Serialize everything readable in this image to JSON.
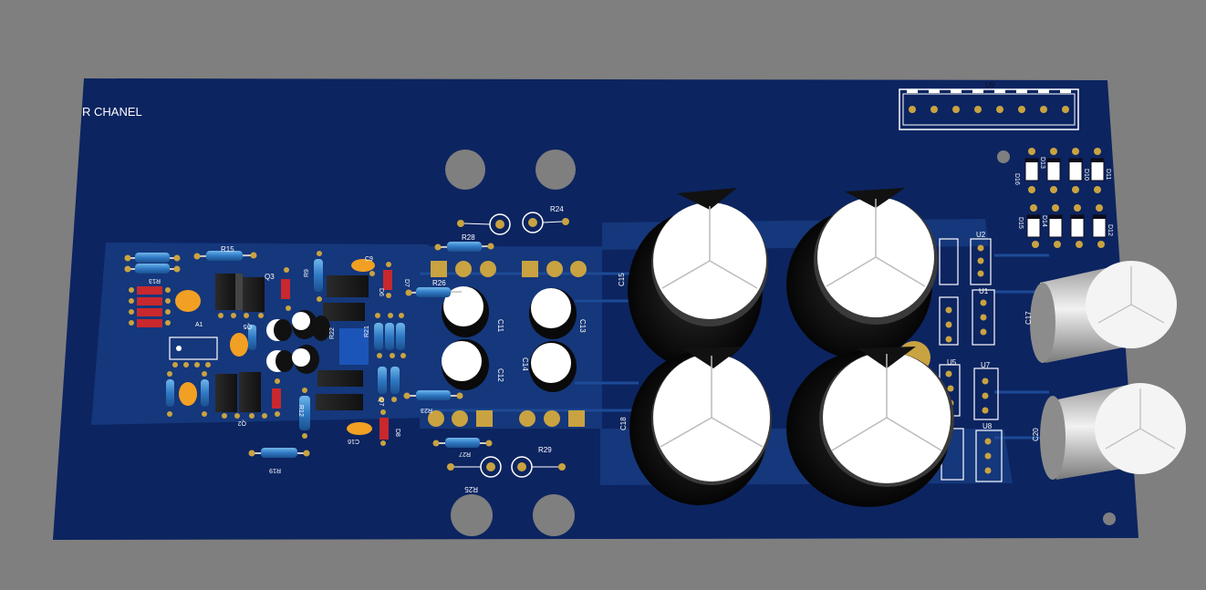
{
  "board": {
    "title": "R CHANEL",
    "colors": {
      "background": "#7f7f7f",
      "board": "#0c2460",
      "copper": "#173a7e",
      "pad": "#c9a341",
      "silkscreen": "#ffffff"
    }
  },
  "labels": {
    "u9": "U9",
    "r15": "R15",
    "r13": "R13",
    "a1": "A1",
    "q3": "Q3",
    "q5": "Q5",
    "q2": "Q2",
    "r9": "R9",
    "c9": "C9",
    "d6": "D6",
    "d7": "D7",
    "r21": "R21",
    "r22": "R22",
    "r26": "R26",
    "r23": "R23",
    "r24": "R24",
    "r25": "R25",
    "r27": "R27",
    "r28": "R28",
    "r29": "R29",
    "r12": "R12",
    "r19": "R19",
    "d8": "D8",
    "c16": "C16",
    "c11": "C11",
    "c12": "C12",
    "c13": "C13",
    "c14": "C14",
    "c15": "C15",
    "c18": "C18",
    "c17": "C17",
    "c20": "C20",
    "u1": "U1",
    "u2": "U2",
    "u5": "U5",
    "u7": "U7",
    "u8": "U8",
    "d10": "D10",
    "d11": "D11",
    "d12": "D12",
    "d13": "D13",
    "d14": "D14",
    "d15": "D15",
    "d16": "D16",
    "q7": "Q7"
  }
}
